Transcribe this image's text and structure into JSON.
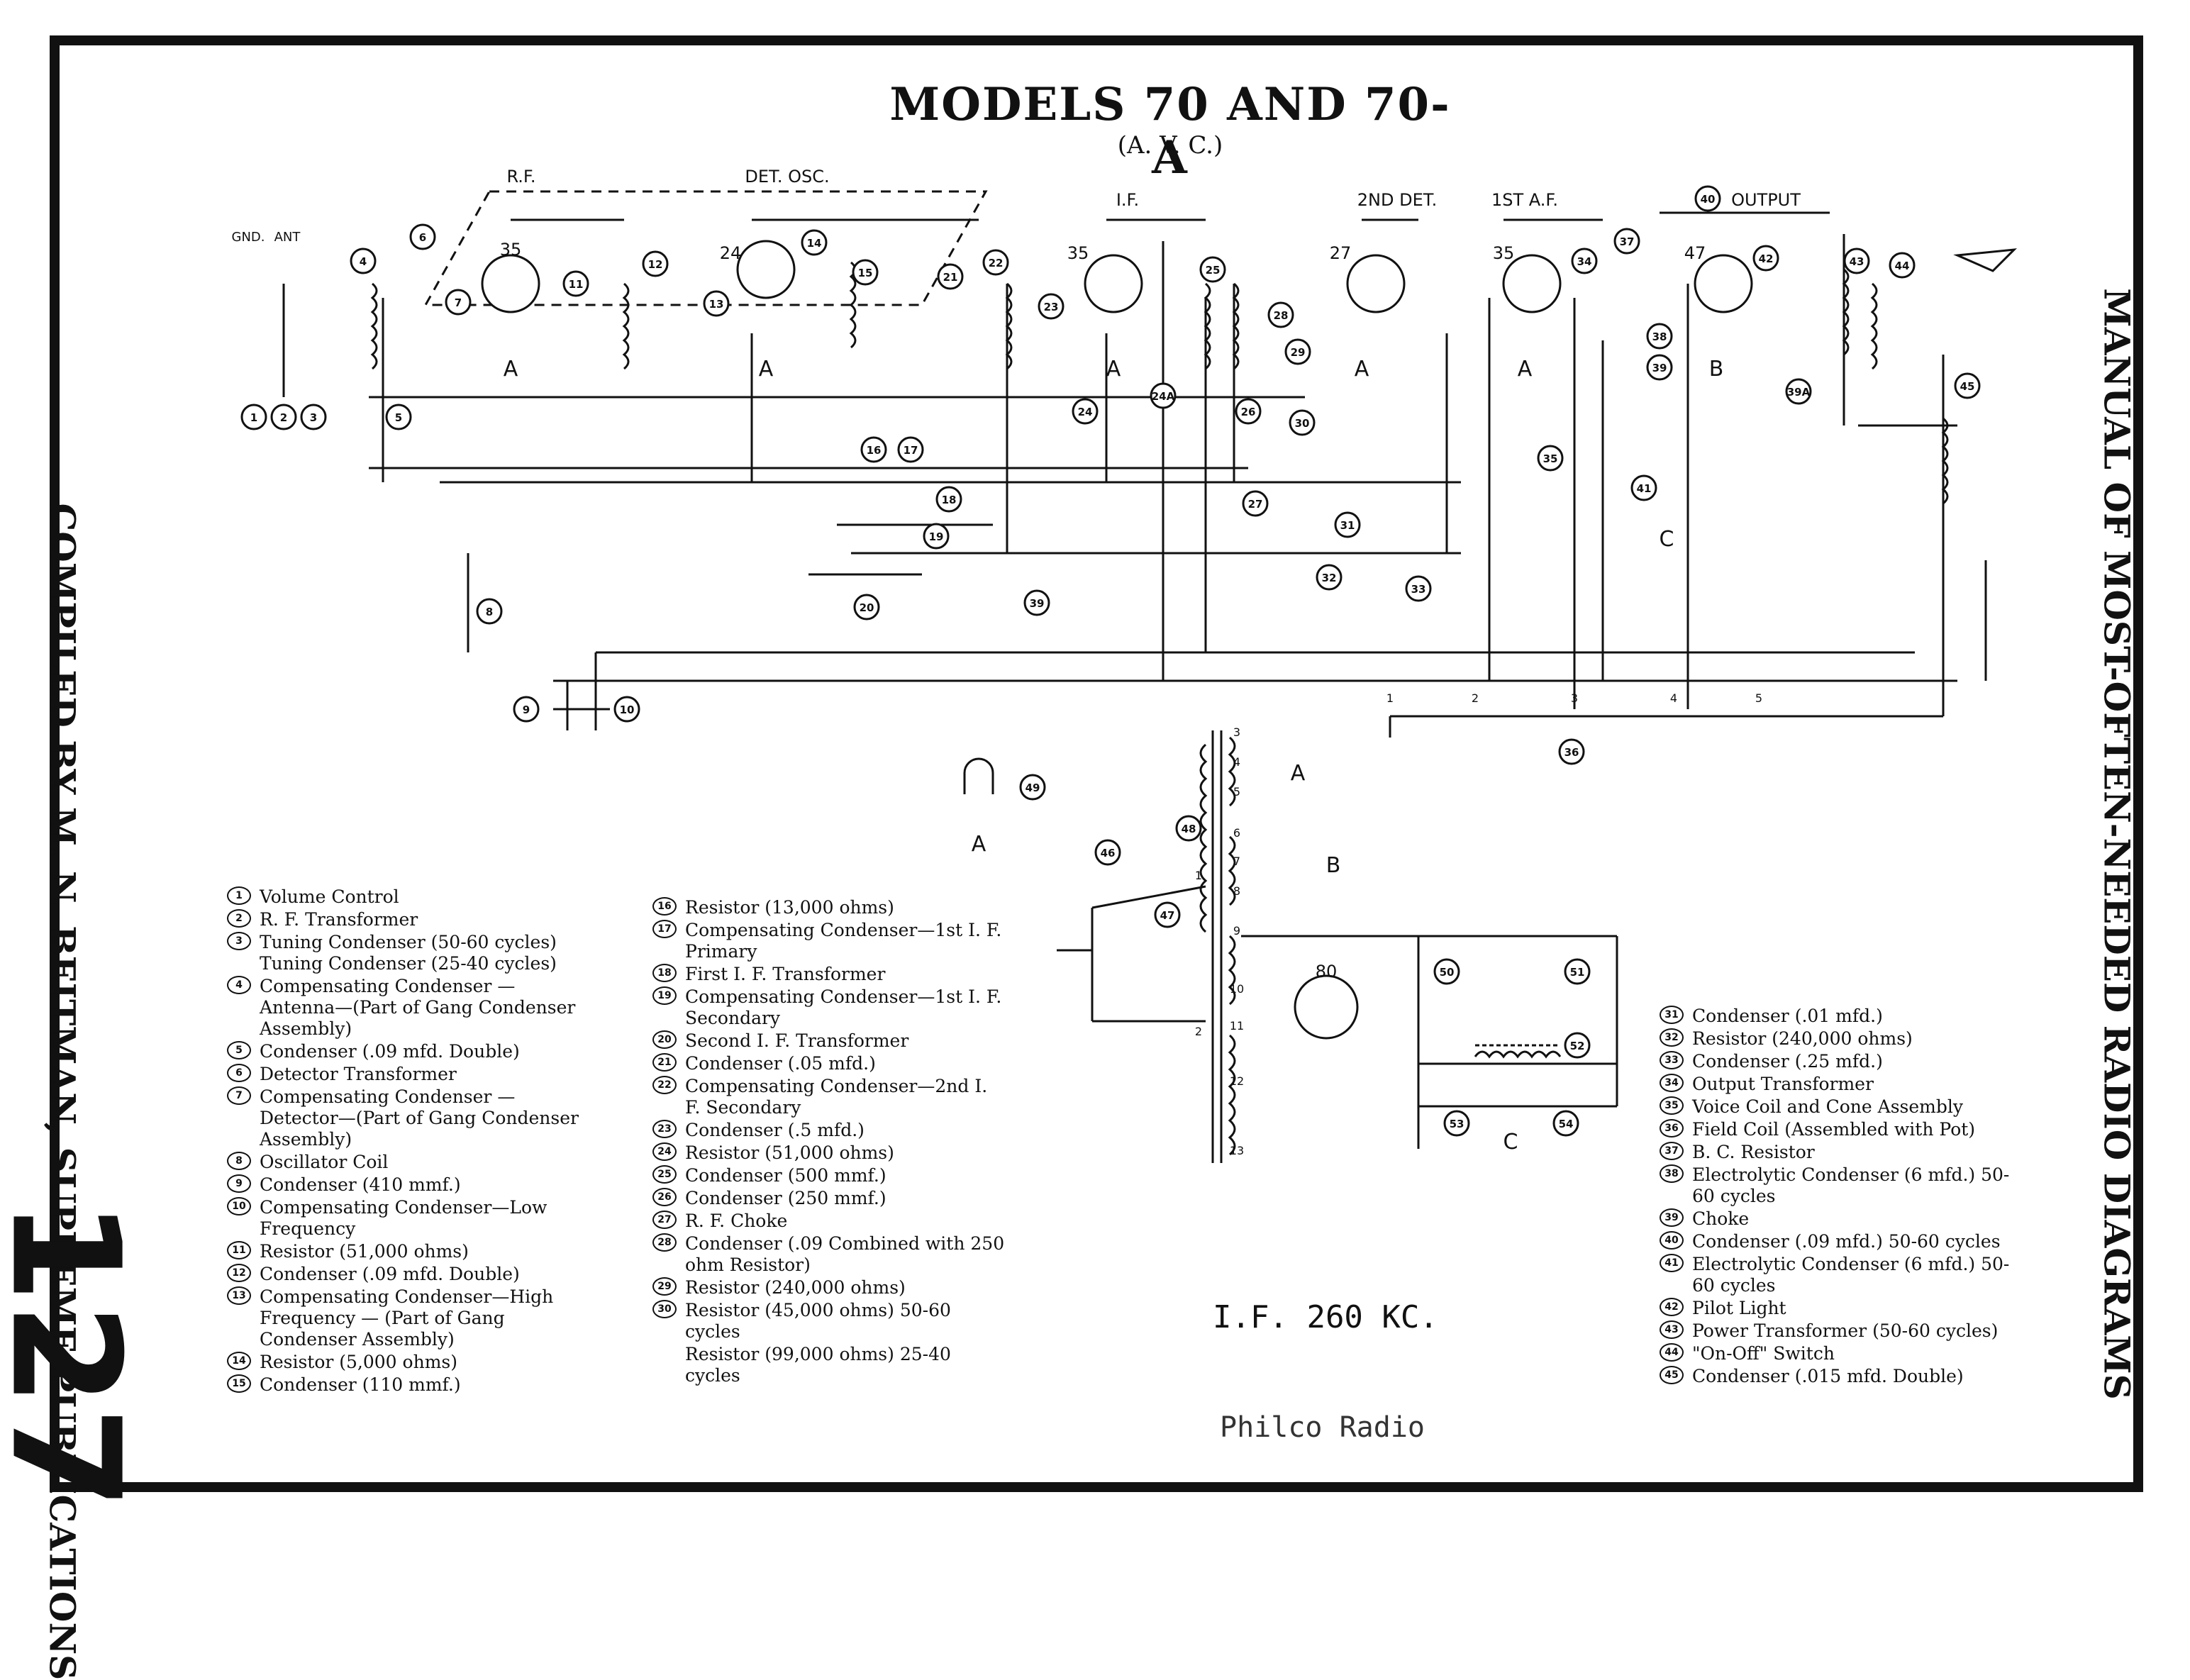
{
  "title": "MODELS 70 AND 70-A",
  "subtitle": "(A. V. C.)",
  "left_side_text": "COMPILED BY M. N. BEITMAN, SUPREME PUBLICATIONS",
  "right_side_text": "MANUAL OF MOST-OFTEN-NEEDED RADIO DIAGRAMS",
  "page_number": "127",
  "if_note": "I.F. 260 KC.",
  "brand": "Philco Radio",
  "stage_labels": {
    "rf": "R.F.",
    "det_osc": "DET. OSC.",
    "if": "I.F.",
    "second_det": "2ND DET.",
    "first_af": "1ST A.F.",
    "output": "OUTPUT",
    "gnd": "GND.",
    "ant": "ANT"
  },
  "tubes": [
    "35",
    "24",
    "35",
    "27",
    "35",
    "47",
    "80"
  ],
  "heater_letters": {
    "a": "A",
    "b": "B",
    "c": "C"
  },
  "legend_col1": [
    {
      "num": "1",
      "text": "Volume Control"
    },
    {
      "num": "2",
      "text": "R. F. Transformer"
    },
    {
      "num": "3",
      "text": "Tuning Condenser (50-60 cycles) Tuning Condenser (25-40 cycles)"
    },
    {
      "num": "4",
      "text": "Compensating Condenser — Antenna—(Part of Gang Condenser Assembly)"
    },
    {
      "num": "5",
      "text": "Condenser (.09 mfd. Double)"
    },
    {
      "num": "6",
      "text": "Detector Transformer"
    },
    {
      "num": "7",
      "text": "Compensating Condenser — Detector—(Part of Gang Condenser Assembly)"
    },
    {
      "num": "8",
      "text": "Oscillator Coil"
    },
    {
      "num": "9",
      "text": "Condenser (410 mmf.)"
    },
    {
      "num": "10",
      "text": "Compensating Condenser—Low Frequency"
    },
    {
      "num": "11",
      "text": "Resistor (51,000 ohms)"
    },
    {
      "num": "12",
      "text": "Condenser (.09 mfd. Double)"
    },
    {
      "num": "13",
      "text": "Compensating Condenser—High Frequency — (Part of Gang Condenser Assembly)"
    },
    {
      "num": "14",
      "text": "Resistor (5,000 ohms)"
    },
    {
      "num": "15",
      "text": "Condenser (110 mmf.)"
    }
  ],
  "legend_col2": [
    {
      "num": "16",
      "text": "Resistor (13,000 ohms)"
    },
    {
      "num": "17",
      "text": "Compensating Condenser—1st I. F. Primary"
    },
    {
      "num": "18",
      "text": "First I. F. Transformer"
    },
    {
      "num": "19",
      "text": "Compensating Condenser—1st I. F. Secondary"
    },
    {
      "num": "20",
      "text": "Second I. F. Transformer"
    },
    {
      "num": "21",
      "text": "Condenser (.05 mfd.)"
    },
    {
      "num": "22",
      "text": "Compensating Condenser—2nd I. F. Secondary"
    },
    {
      "num": "23",
      "text": "Condenser (.5 mfd.)"
    },
    {
      "num": "24",
      "text": "Resistor (51,000 ohms)"
    },
    {
      "num": "25",
      "text": "Condenser (500 mmf.)"
    },
    {
      "num": "26",
      "text": "Condenser (250 mmf.)"
    },
    {
      "num": "27",
      "text": "R. F. Choke"
    },
    {
      "num": "28",
      "text": "Condenser (.09 Combined with 250 ohm Resistor)"
    },
    {
      "num": "29",
      "text": "Resistor (240,000 ohms)"
    },
    {
      "num": "30",
      "text": "Resistor (45,000 ohms) 50-60 cycles"
    },
    {
      "num": "",
      "text": "Resistor (99,000 ohms) 25-40 cycles"
    }
  ],
  "legend_col3": [
    {
      "num": "31",
      "text": "Condenser (.01 mfd.)"
    },
    {
      "num": "32",
      "text": "Resistor (240,000 ohms)"
    },
    {
      "num": "33",
      "text": "Condenser (.25 mfd.)"
    },
    {
      "num": "34",
      "text": "Output Transformer"
    },
    {
      "num": "35",
      "text": "Voice Coil and Cone Assembly"
    },
    {
      "num": "36",
      "text": "Field Coil (Assembled with Pot)"
    },
    {
      "num": "37",
      "text": "B. C. Resistor"
    },
    {
      "num": "38",
      "text": "Electrolytic Condenser (6 mfd.) 50-60 cycles"
    },
    {
      "num": "39",
      "text": "Choke"
    },
    {
      "num": "40",
      "text": "Condenser (.09 mfd.) 50-60 cycles"
    },
    {
      "num": "41",
      "text": "Electrolytic Condenser (6 mfd.) 50-60 cycles"
    },
    {
      "num": "42",
      "text": "Pilot Light"
    },
    {
      "num": "43",
      "text": "Power Transformer (50-60 cycles)"
    },
    {
      "num": "44",
      "text": "\"On-Off\" Switch"
    },
    {
      "num": "45",
      "text": "Condenser (.015 mfd. Double)"
    }
  ],
  "callouts": [
    "1",
    "2",
    "3",
    "4",
    "5",
    "6",
    "7",
    "8",
    "9",
    "10",
    "11",
    "12",
    "13",
    "14",
    "15",
    "16",
    "17",
    "18",
    "19",
    "20",
    "21",
    "22",
    "23",
    "24",
    "24A",
    "25",
    "26",
    "27",
    "28",
    "29",
    "30",
    "31",
    "32",
    "33",
    "34",
    "35",
    "36",
    "37",
    "38",
    "39",
    "39",
    "39A",
    "40",
    "41",
    "42",
    "43",
    "44",
    "45",
    "46",
    "47",
    "48",
    "49",
    "50",
    "51",
    "52",
    "53",
    "54"
  ],
  "terminal_numbers": [
    "1",
    "2",
    "3",
    "4",
    "5",
    "6",
    "7",
    "8",
    "9",
    "10",
    "11",
    "12",
    "13"
  ],
  "bleeder_taps": [
    "1",
    "2",
    "3",
    "4",
    "5"
  ]
}
